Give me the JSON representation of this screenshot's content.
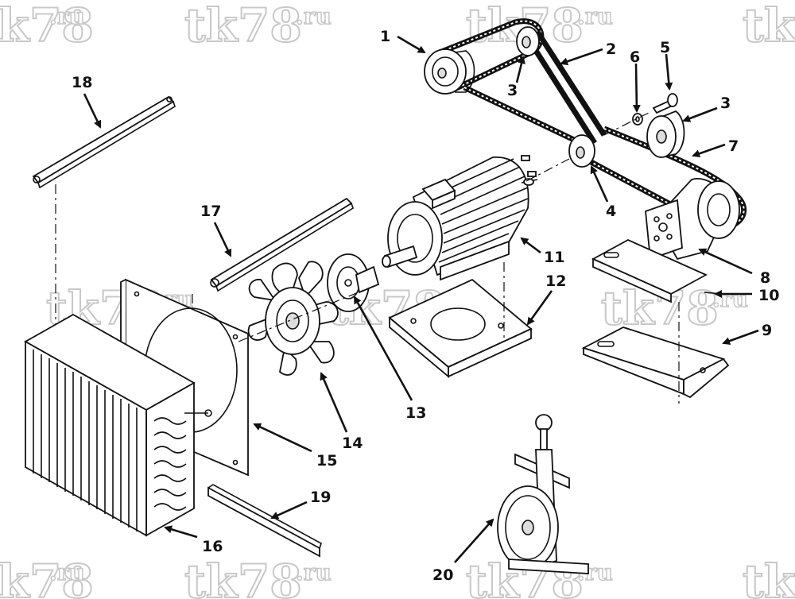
{
  "watermark": {
    "text_main": "tk78",
    "text_suffix": ".ru"
  },
  "callouts": [
    {
      "label": "1"
    },
    {
      "label": "2"
    },
    {
      "label": "3"
    },
    {
      "label": "3"
    },
    {
      "label": "4"
    },
    {
      "label": "5"
    },
    {
      "label": "6"
    },
    {
      "label": "7"
    },
    {
      "label": "8"
    },
    {
      "label": "9"
    },
    {
      "label": "10"
    },
    {
      "label": "11"
    },
    {
      "label": "12"
    },
    {
      "label": "13"
    },
    {
      "label": "14"
    },
    {
      "label": "15"
    },
    {
      "label": "16"
    },
    {
      "label": "17"
    },
    {
      "label": "18"
    },
    {
      "label": "19"
    },
    {
      "label": "20"
    }
  ]
}
